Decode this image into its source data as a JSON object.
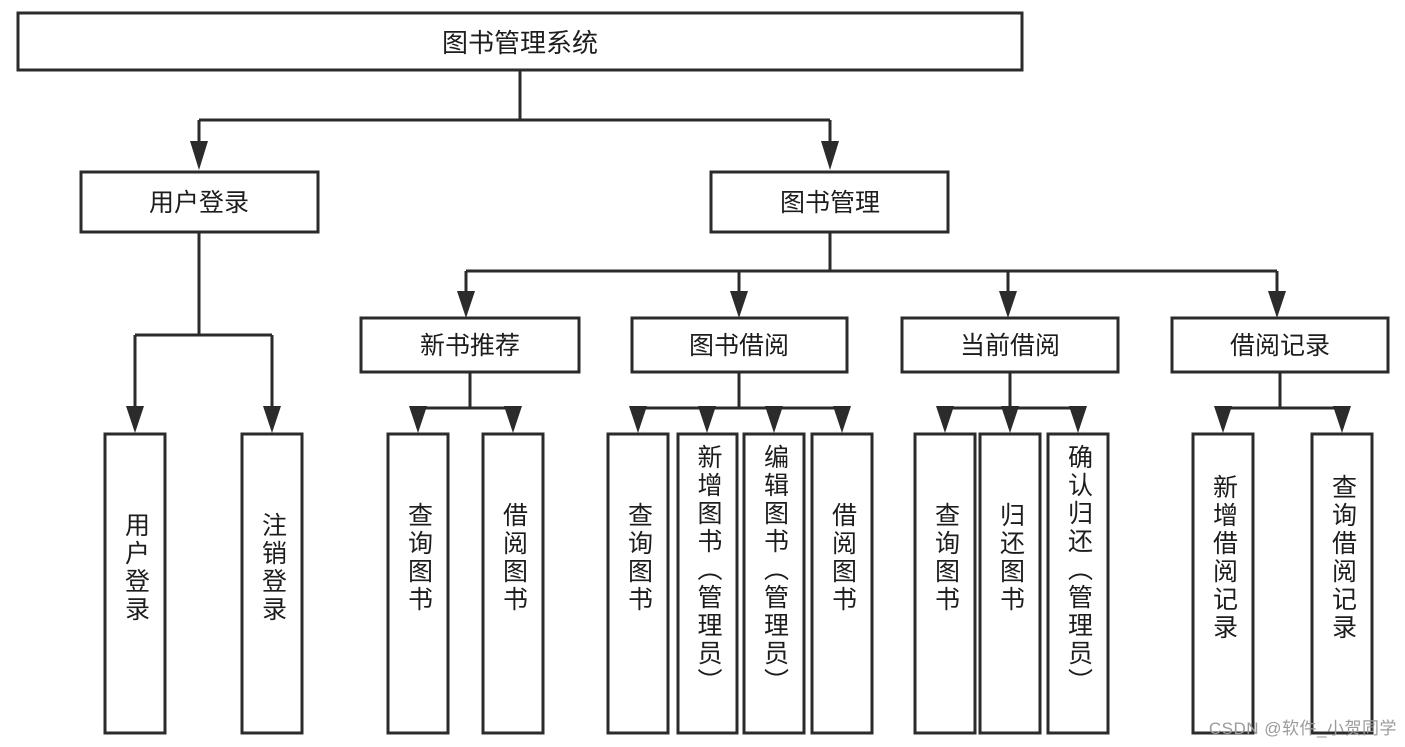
{
  "diagram": {
    "type": "tree",
    "title": "图书管理系统",
    "orientation": "top-down",
    "colors": {
      "box_stroke": "#2b2b2b",
      "box_fill": "#ffffff",
      "text": "#1d1d1d",
      "background": "#ffffff",
      "watermark": "#9b9b9b"
    },
    "root": {
      "label": "图书管理系统"
    },
    "level2": [
      {
        "label": "用户登录"
      },
      {
        "label": "图书管理"
      }
    ],
    "level3": [
      {
        "label": "新书推荐"
      },
      {
        "label": "图书借阅"
      },
      {
        "label": "当前借阅"
      },
      {
        "label": "借阅记录"
      }
    ],
    "leaves": {
      "user_login": [
        {
          "label": "用户登录"
        },
        {
          "label": "注销登录"
        }
      ],
      "new_book_recommend": [
        {
          "label": "查询图书"
        },
        {
          "label": "借阅图书"
        }
      ],
      "book_borrow": [
        {
          "label": "查询图书"
        },
        {
          "label": "新增图书（管理员）"
        },
        {
          "label": "编辑图书（管理员）"
        },
        {
          "label": "借阅图书"
        }
      ],
      "current_borrow": [
        {
          "label": "查询图书"
        },
        {
          "label": "归还图书"
        },
        {
          "label": "确认归还（管理员）"
        }
      ],
      "borrow_record": [
        {
          "label": "新增借阅记录"
        },
        {
          "label": "查询借阅记录"
        }
      ]
    }
  },
  "watermark": {
    "text": "CSDN @软件_小贺同学"
  }
}
